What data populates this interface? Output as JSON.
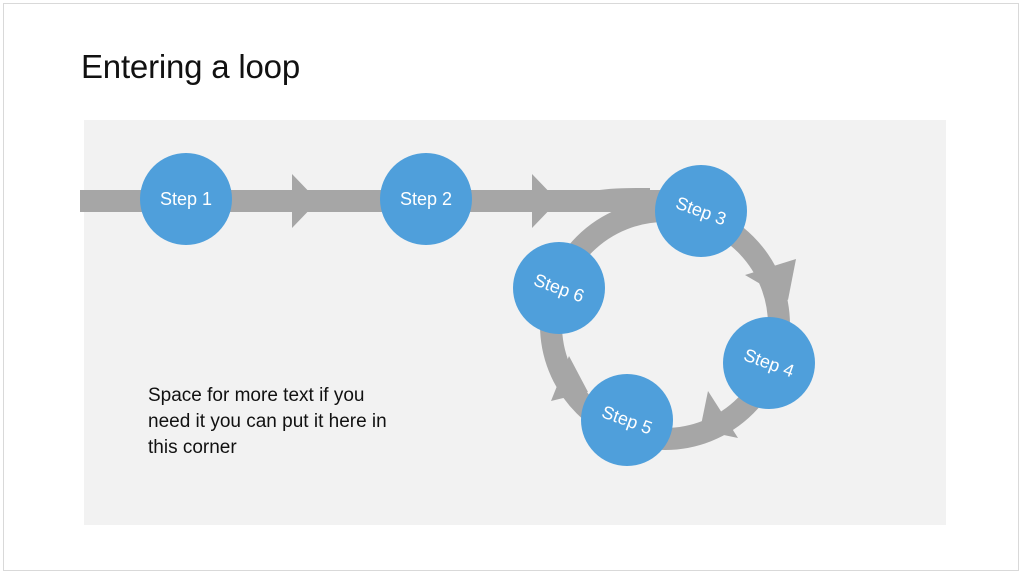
{
  "title": "Entering a loop",
  "steps": [
    "Step 1",
    "Step 2",
    "Step 3",
    "Step 4",
    "Step 5",
    "Step 6"
  ],
  "note": "Space for more text if you need it you can put it here in this corner",
  "colors": {
    "circle": "#4f9fdb",
    "track": "#a6a6a6",
    "panel": "#f2f2f2",
    "label": "#ffffff"
  }
}
